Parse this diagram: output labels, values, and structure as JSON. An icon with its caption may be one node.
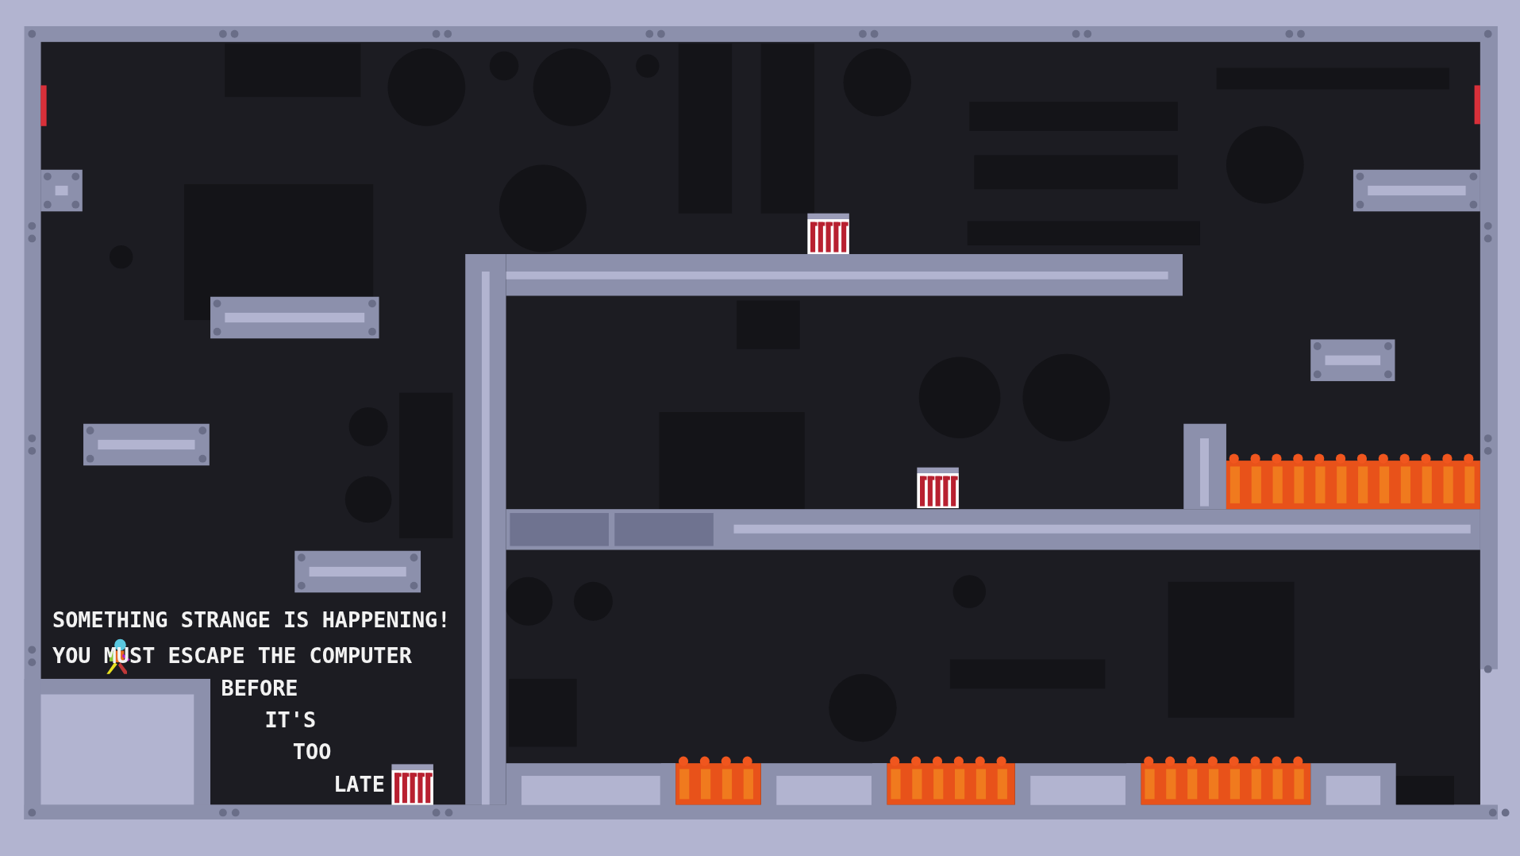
{
  "diagram": {
    "labels": [
      "SOMETHING STRANGE IS HAPPENING!",
      "YOU MUST ESCAPE THE COMPUTER",
      "BEFORE",
      "IT'S",
      "TOO",
      "LATE"
    ]
  }
}
